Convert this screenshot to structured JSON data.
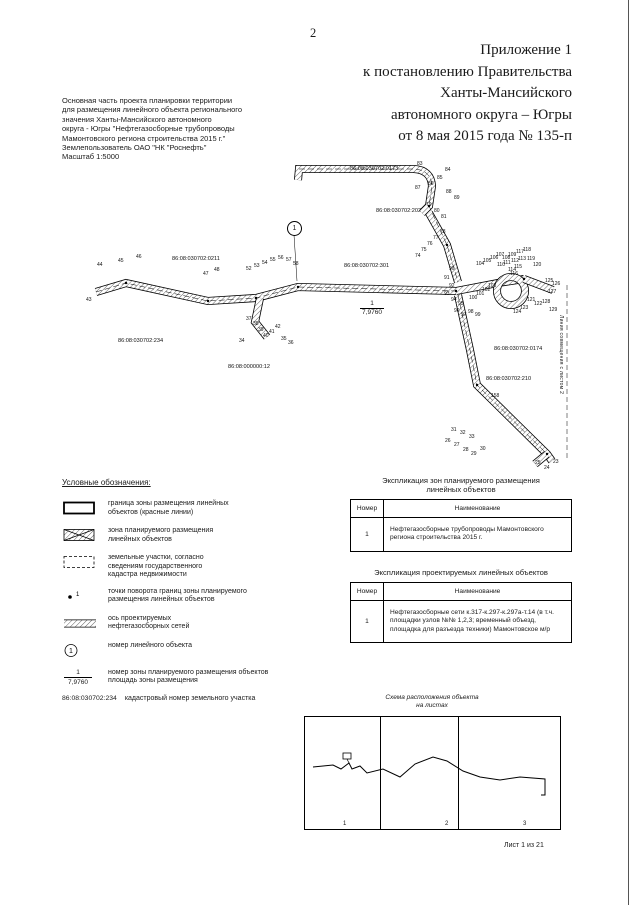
{
  "page": {
    "number": "2",
    "sheet": "Лист 1 из 21"
  },
  "header": {
    "lines": [
      "Приложение 1",
      "к постановлению Правительства",
      "Ханты-Мансийского",
      "автономного округа – Югры",
      "от 8 мая 2015 года № 135-п"
    ]
  },
  "title_block": {
    "lines": [
      "Основная часть проекта планировки территории",
      "для размещения линейного объекта регионального",
      "значения Ханты-Мансийского автономного",
      "округа - Югры \"Нефтегазосборные трубопроводы",
      "Мамонтовского региона строительства 2015 г.\"",
      "Землепользователь ОАО \"НК \"Роснефть\"",
      "Масштаб 1:5000"
    ]
  },
  "map": {
    "zone_circle": "1",
    "zone_number": "1",
    "zone_area": "7,9760",
    "match_line": "Линия совмещения с листом 2",
    "labels": [
      [
        "86:08:030702:0211",
        172,
        106,
        "cad"
      ],
      [
        "86:08:030702:301",
        344,
        113,
        "cad"
      ],
      [
        "86:08:030702:0173",
        350,
        16,
        "cad"
      ],
      [
        "86:08:030702:202",
        376,
        58,
        "cad"
      ],
      [
        "86:08:030702:0174",
        494,
        196,
        "cad"
      ],
      [
        "86:08:030702:210",
        486,
        226,
        "cad"
      ],
      [
        "86:08:030702:234",
        118,
        188,
        "cad"
      ],
      [
        "86:08:000000:12",
        228,
        214,
        "cad"
      ],
      [
        "43",
        86,
        147
      ],
      [
        "44",
        97,
        112
      ],
      [
        "45",
        118,
        108
      ],
      [
        "46",
        136,
        104
      ],
      [
        "47",
        203,
        121
      ],
      [
        "48",
        214,
        117
      ],
      [
        "52",
        246,
        116
      ],
      [
        "53",
        254,
        113
      ],
      [
        "54",
        262,
        110
      ],
      [
        "55",
        270,
        107
      ],
      [
        "56",
        278,
        105
      ],
      [
        "57",
        286,
        107
      ],
      [
        "58",
        293,
        111
      ],
      [
        "37",
        246,
        166
      ],
      [
        "38",
        253,
        171
      ],
      [
        "39",
        258,
        177
      ],
      [
        "40",
        263,
        183
      ],
      [
        "41",
        269,
        179
      ],
      [
        "42",
        275,
        174
      ],
      [
        "34",
        239,
        188
      ],
      [
        "35",
        281,
        186
      ],
      [
        "36",
        288,
        190
      ],
      [
        "83",
        417,
        11
      ],
      [
        "84",
        445,
        17
      ],
      [
        "85",
        437,
        25
      ],
      [
        "86",
        428,
        31
      ],
      [
        "87",
        415,
        35
      ],
      [
        "88",
        446,
        39
      ],
      [
        "89",
        454,
        45
      ],
      [
        "79",
        426,
        52
      ],
      [
        "80",
        434,
        58
      ],
      [
        "81",
        441,
        64
      ],
      [
        "74",
        415,
        103
      ],
      [
        "75",
        421,
        97
      ],
      [
        "76",
        427,
        91
      ],
      [
        "77",
        433,
        85
      ],
      [
        "78",
        440,
        79
      ],
      [
        "90",
        449,
        116
      ],
      [
        "91",
        444,
        125
      ],
      [
        "92",
        449,
        133
      ],
      [
        "93",
        444,
        141
      ],
      [
        "94",
        451,
        147
      ],
      [
        "95",
        458,
        151
      ],
      [
        "96",
        454,
        158
      ],
      [
        "97",
        461,
        162
      ],
      [
        "98",
        468,
        159
      ],
      [
        "99",
        475,
        162
      ],
      [
        "100",
        469,
        145
      ],
      [
        "101",
        476,
        141
      ],
      [
        "102",
        482,
        137
      ],
      [
        "103",
        488,
        133
      ],
      [
        "104",
        476,
        111
      ],
      [
        "105",
        483,
        108
      ],
      [
        "106",
        490,
        105
      ],
      [
        "107",
        496,
        102
      ],
      [
        "108",
        502,
        105
      ],
      [
        "109",
        508,
        102
      ],
      [
        "110",
        497,
        112
      ],
      [
        "111",
        503,
        110
      ],
      [
        "112",
        511,
        108
      ],
      [
        "113",
        518,
        106
      ],
      [
        "114",
        508,
        117
      ],
      [
        "115",
        514,
        114
      ],
      [
        "116",
        510,
        121
      ],
      [
        "117",
        516,
        99
      ],
      [
        "118",
        523,
        97
      ],
      [
        "119",
        527,
        106
      ],
      [
        "120",
        533,
        112
      ],
      [
        "121",
        527,
        147
      ],
      [
        "122",
        534,
        151
      ],
      [
        "123",
        520,
        155
      ],
      [
        "124",
        513,
        159
      ],
      [
        "125",
        545,
        128
      ],
      [
        "126",
        552,
        131
      ],
      [
        "127",
        548,
        139
      ],
      [
        "128",
        542,
        149
      ],
      [
        "129",
        549,
        157
      ],
      [
        "158",
        491,
        243
      ],
      [
        "31",
        451,
        277
      ],
      [
        "32",
        460,
        280
      ],
      [
        "33",
        469,
        284
      ],
      [
        "26",
        445,
        288
      ],
      [
        "27",
        454,
        292
      ],
      [
        "28",
        463,
        297
      ],
      [
        "29",
        471,
        301
      ],
      [
        "30",
        480,
        296
      ],
      [
        "25",
        535,
        310
      ],
      [
        "24",
        544,
        315
      ],
      [
        "23",
        553,
        309
      ]
    ]
  },
  "legend": {
    "title": "Условные обозначения:",
    "items": [
      {
        "sym": "rect",
        "lines": [
          "граница зоны размещения линейных",
          "объектов (красные линии)"
        ]
      },
      {
        "sym": "zone",
        "lines": [
          "зона планируемого размещения",
          "линейных объектов"
        ]
      },
      {
        "sym": "dashed",
        "lines": [
          "земельные участки, согласно",
          "сведениям государственного",
          "кадастра недвижимости"
        ]
      },
      {
        "sym": "dot",
        "sym_text": "1",
        "lines": [
          "точки поворота границ зоны планируемого",
          "размещения линейных объектов"
        ]
      },
      {
        "sym": "axis",
        "lines": [
          "ось проектируемых",
          "нефтегазосборных сетей"
        ]
      },
      {
        "sym": "circle1",
        "sym_text": "1",
        "lines": [
          "номер линейного объекта"
        ]
      },
      {
        "sym": "fraction",
        "sym_text": "1",
        "sym_text2": "7,9760",
        "lines": [
          "номер зоны планируемого размещения объектов",
          "площадь зоны размещения"
        ]
      },
      {
        "sym": "cadnum",
        "sym_text": "86:08:030702:234",
        "lines": [
          "кадастровый номер земельного участка"
        ]
      }
    ]
  },
  "tables": [
    {
      "title_lines": [
        "Экспликация зон планируемого размещения",
        "линейных объектов"
      ],
      "headers": [
        "Номер",
        "Наименование"
      ],
      "rows": [
        [
          "1",
          "Нефтегазосборные трубопроводы Мамонтовского региона строительства 2015 г."
        ]
      ]
    },
    {
      "title_lines": [
        "Экспликация проектируемых линейных объектов"
      ],
      "headers": [
        "Номер",
        "Наименование"
      ],
      "rows": [
        [
          "1",
          "Нефтегазосборные сети к.317-к.297-к.297а-т.14 (в т.ч. площадки узлов №№ 1,2,3; временный объезд, площадка для разъезда техники) Мамонтовское м/р"
        ]
      ]
    }
  ],
  "scheme": {
    "title_lines": [
      "Схема расположения объекта",
      "на листах"
    ],
    "panels": [
      "1",
      "2",
      "3"
    ]
  }
}
